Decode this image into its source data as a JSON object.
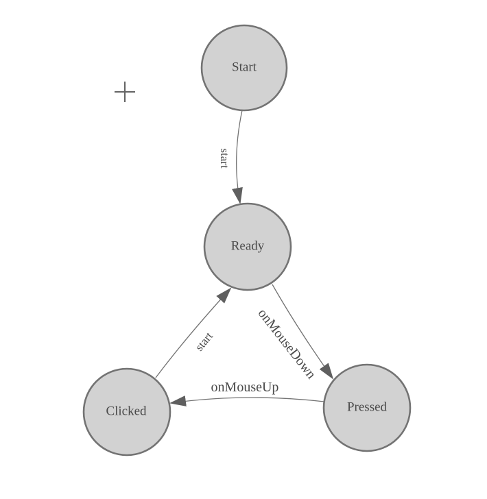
{
  "colors": {
    "background": "#ffffff",
    "node_fill": "#d2d2d2",
    "node_stroke": "#737373",
    "edge_line": "#737373",
    "arrowhead": "#5f5f5f",
    "label_text": "#4a4a4a",
    "crosshair": "#666666"
  },
  "diagram": {
    "type": "state-diagram",
    "nodes": [
      {
        "id": "start",
        "label": "Start"
      },
      {
        "id": "ready",
        "label": "Ready"
      },
      {
        "id": "clicked",
        "label": "Clicked"
      },
      {
        "id": "pressed",
        "label": "Pressed"
      }
    ],
    "edges": [
      {
        "from": "start",
        "to": "ready",
        "label": "start"
      },
      {
        "from": "clicked",
        "to": "ready",
        "label": "start"
      },
      {
        "from": "ready",
        "to": "pressed",
        "label": "onMouseDown"
      },
      {
        "from": "pressed",
        "to": "clicked",
        "label": "onMouseUp"
      }
    ]
  }
}
